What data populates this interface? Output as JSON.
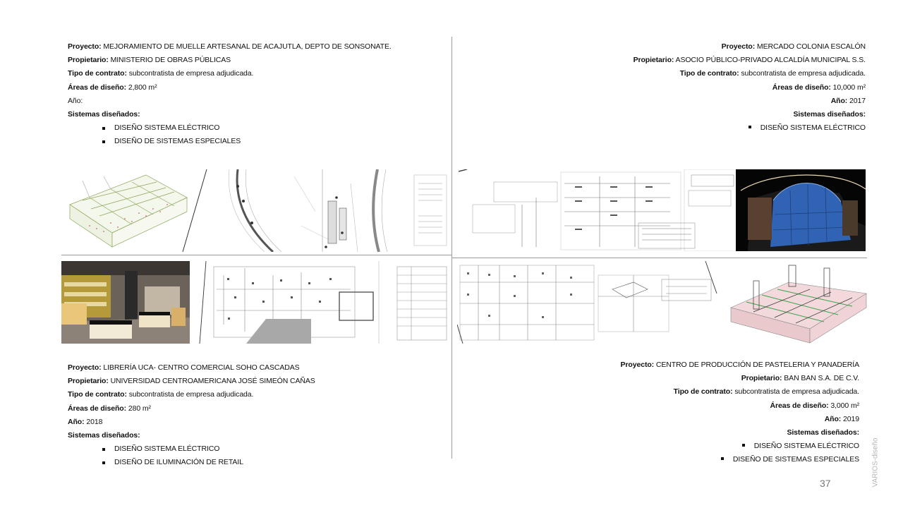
{
  "labels": {
    "project": "Proyecto:",
    "owner": "Propietario:",
    "contract": "Tipo de contrato:",
    "area": "Áreas de diseño:",
    "year": "Año:",
    "systems": "Sistemas diseñados:"
  },
  "projects": {
    "top_left": {
      "project": "MEJORAMIENTO DE MUELLE ARTESANAL DE ACAJUTLA, DEPTO DE SONSONATE.",
      "owner": "MINISTERIO DE OBRAS PÚBLICAS",
      "contract": "subcontratista de empresa adjudicada.",
      "area": "2,800 m²",
      "year": "",
      "systems": [
        "DISEÑO SISTEMA ELÉCTRICO",
        "DISEÑO DE SISTEMAS ESPECIALES"
      ]
    },
    "top_right": {
      "project": "MERCADO COLONIA ESCALÓN",
      "owner": "ASOCIO PÚBLICO-PRIVADO ALCALDÍA MUNICIPAL S.S.",
      "contract": "subcontratista de empresa adjudicada.",
      "area": "10,000 m²",
      "year": "2017",
      "systems": [
        "DISEÑO SISTEMA ELÉCTRICO"
      ]
    },
    "bottom_left": {
      "project": "LIBRERÍA UCA- CENTRO COMERCIAL SOHO CASCADAS",
      "owner": "UNIVERSIDAD CENTROAMERICANA JOSÉ SIMEÓN CAÑAS",
      "contract": "subcontratista de empresa adjudicada.",
      "area": "280 m²",
      "year": "2018",
      "systems": [
        "DISEÑO SISTEMA ELÉCTRICO",
        "DISEÑO DE ILUMINACIÓN DE RETAIL"
      ]
    },
    "bottom_right": {
      "project": "CENTRO DE PRODUCCIÓN DE PASTELERIA Y PANADERÍA",
      "owner": "BAN BAN S.A. DE C.V.",
      "contract": "subcontratista de empresa adjudicada.",
      "area": "3,000 m²",
      "year": "2019",
      "systems": [
        "DISEÑO SISTEMA ELÉCTRICO",
        "DISEÑO DE SISTEMAS ESPECIALES"
      ]
    }
  },
  "footer": {
    "page_number": "37",
    "side_label": "VARIOS-diseño"
  }
}
